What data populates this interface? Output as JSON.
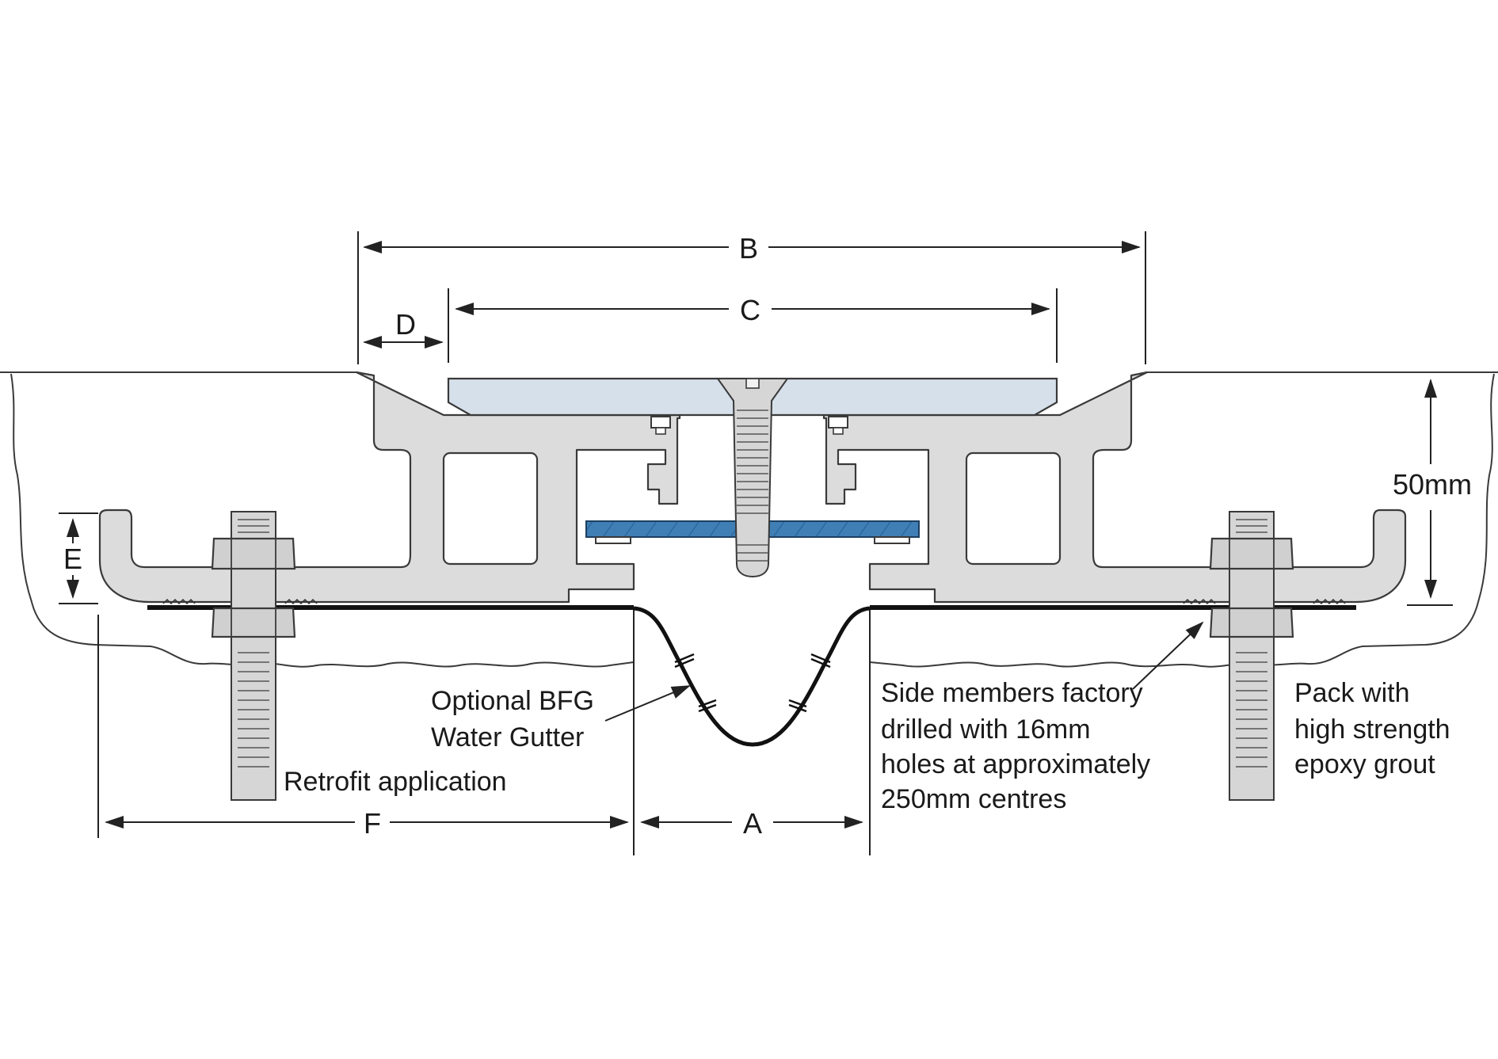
{
  "dimensions": {
    "a": "A",
    "b": "B",
    "c": "C",
    "d": "D",
    "e": "E",
    "f": "F",
    "height": "50mm"
  },
  "labels": {
    "water_gutter_line1": "Optional BFG",
    "water_gutter_line2": "Water Gutter",
    "retrofit": "Retrofit application",
    "side_members_line1": "Side members factory",
    "side_members_line2": "drilled with 16mm",
    "side_members_line3": "holes at approximately",
    "side_members_line4": "250mm centres",
    "pack_line1": "Pack with",
    "pack_line2": "high strength",
    "pack_line3": "epoxy grout"
  },
  "colors": {
    "cover_plate": "#d6e0ea",
    "spring_plate": "#3f7fb6",
    "aluminium": "#dcdcdc",
    "membrane": "#111111"
  }
}
